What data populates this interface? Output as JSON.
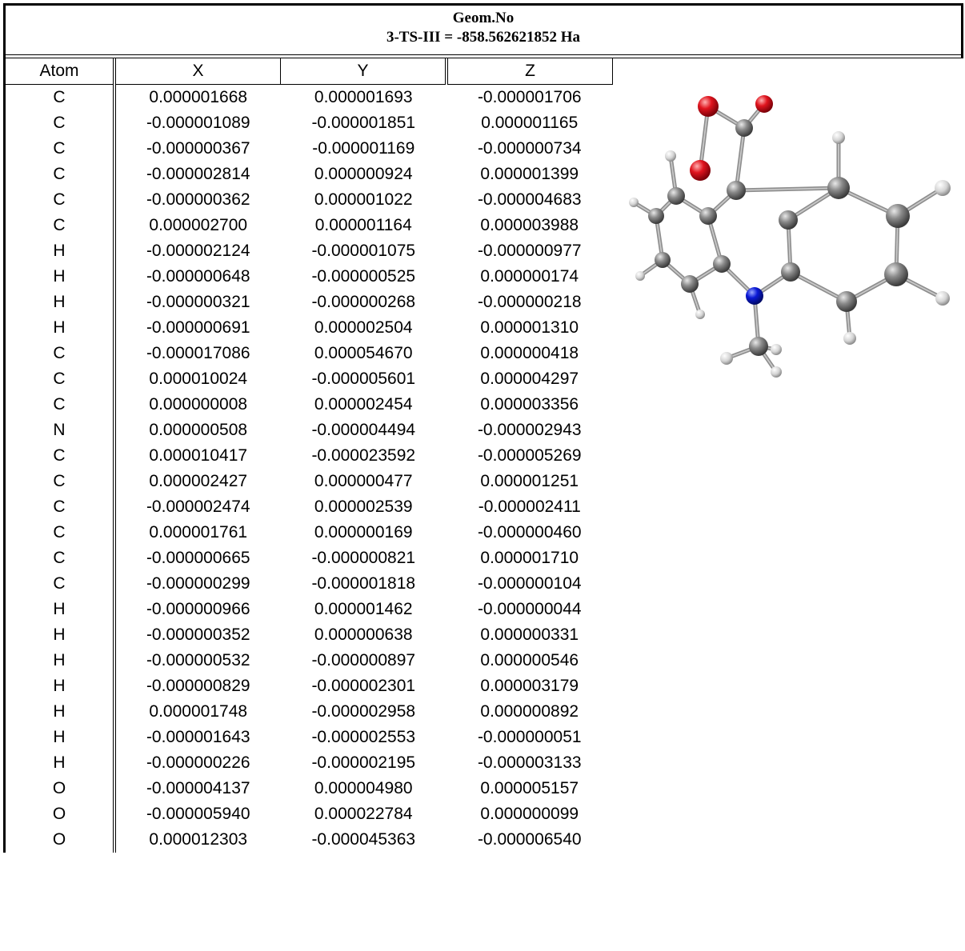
{
  "title": {
    "line1": "Geom.No",
    "line2": "3-TS-III = -858.562621852 Ha"
  },
  "columns": [
    "Atom",
    "X",
    "Y",
    "Z"
  ],
  "rows": [
    [
      "C",
      "0.000001668",
      "0.000001693",
      "-0.000001706"
    ],
    [
      "C",
      "-0.000001089",
      "-0.000001851",
      "0.000001165"
    ],
    [
      "C",
      "-0.000000367",
      "-0.000001169",
      "-0.000000734"
    ],
    [
      "C",
      "-0.000002814",
      "0.000000924",
      "0.000001399"
    ],
    [
      "C",
      "-0.000000362",
      "0.000001022",
      "-0.000004683"
    ],
    [
      "C",
      "0.000002700",
      "0.000001164",
      "0.000003988"
    ],
    [
      "H",
      "-0.000002124",
      "-0.000001075",
      "-0.000000977"
    ],
    [
      "H",
      "-0.000000648",
      "-0.000000525",
      "0.000000174"
    ],
    [
      "H",
      "-0.000000321",
      "-0.000000268",
      "-0.000000218"
    ],
    [
      "H",
      "-0.000000691",
      "0.000002504",
      "0.000001310"
    ],
    [
      "C",
      "-0.000017086",
      "0.000054670",
      "0.000000418"
    ],
    [
      "C",
      "0.000010024",
      "-0.000005601",
      "0.000004297"
    ],
    [
      "C",
      "0.000000008",
      "0.000002454",
      "0.000003356"
    ],
    [
      "N",
      "0.000000508",
      "-0.000004494",
      "-0.000002943"
    ],
    [
      "C",
      "0.000010417",
      "-0.000023592",
      "-0.000005269"
    ],
    [
      "C",
      "0.000002427",
      "0.000000477",
      "0.000001251"
    ],
    [
      "C",
      "-0.000002474",
      "0.000002539",
      "-0.000002411"
    ],
    [
      "C",
      "0.000001761",
      "0.000000169",
      "-0.000000460"
    ],
    [
      "C",
      "-0.000000665",
      "-0.000000821",
      "0.000001710"
    ],
    [
      "C",
      "-0.000000299",
      "-0.000001818",
      "-0.000000104"
    ],
    [
      "H",
      "-0.000000966",
      "0.000001462",
      "-0.000000044"
    ],
    [
      "H",
      "-0.000000352",
      "0.000000638",
      "0.000000331"
    ],
    [
      "H",
      "-0.000000532",
      "-0.000000897",
      "0.000000546"
    ],
    [
      "H",
      "-0.000000829",
      "-0.000002301",
      "0.000003179"
    ],
    [
      "H",
      "0.000001748",
      "-0.000002958",
      "0.000000892"
    ],
    [
      "H",
      "-0.000001643",
      "-0.000002553",
      "-0.000000051"
    ],
    [
      "H",
      "-0.000000226",
      "-0.000002195",
      "-0.000003133"
    ],
    [
      "O",
      "-0.000004137",
      "0.000004980",
      "0.000005157"
    ],
    [
      "O",
      "-0.000005940",
      "0.000022784",
      "0.000000099"
    ],
    [
      "O",
      "0.000012303",
      "-0.000045363",
      "-0.000006540"
    ]
  ],
  "colors": {
    "carbon": "#7a7a7a",
    "hydrogen": "#d9d9d9",
    "nitrogen": "#0a18d6",
    "oxygen": "#e0141e"
  }
}
